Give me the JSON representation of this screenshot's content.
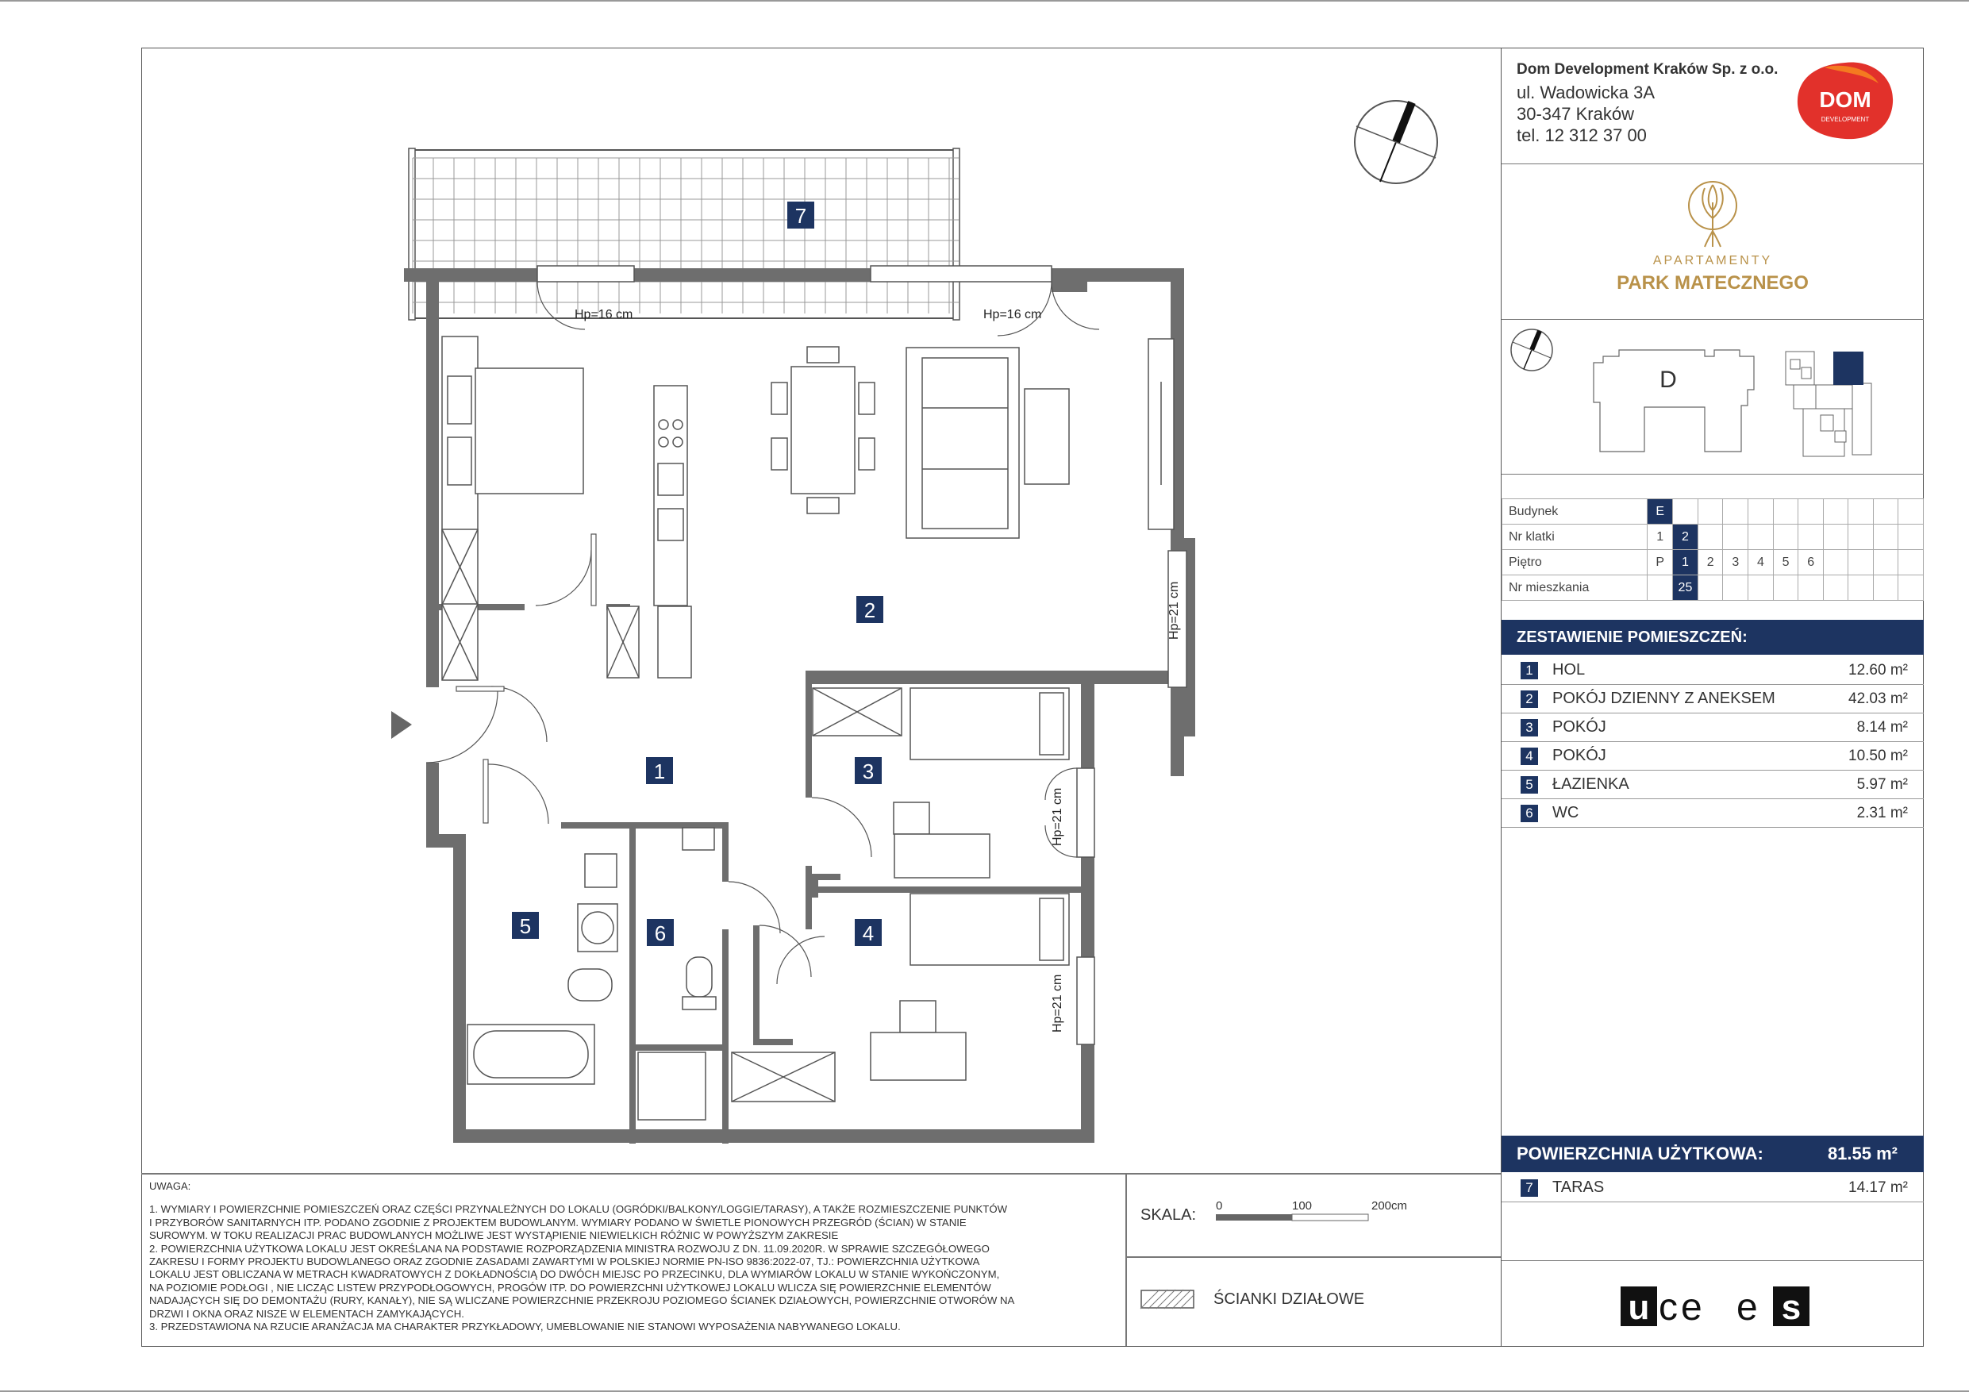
{
  "company": {
    "name": "Dom Development Kraków Sp. z o.o.",
    "street": "ul. Wadowicka 3A",
    "city": "30-347 Kraków",
    "phone": "tel. 12 312 37 00",
    "logo_text_1": "DOM",
    "logo_text_2": "DEVELOPMENT"
  },
  "project": {
    "line1": "APARTAMENTY",
    "line2": "PARK MATECZNEGO"
  },
  "keyplan": {
    "building_letter": "D"
  },
  "info": {
    "budynek_label": "Budynek",
    "budynek_value": "E",
    "klatka_label": "Nr klatki",
    "klatka_values": [
      "1",
      "2"
    ],
    "klatka_selected": "2",
    "pietro_label": "Piętro",
    "pietro_values": [
      "P",
      "1",
      "2",
      "3",
      "4",
      "5",
      "6"
    ],
    "pietro_selected": "1",
    "mieszkanie_label": "Nr mieszkania",
    "mieszkanie_value": "25"
  },
  "rooms_header": "ZESTAWIENIE POMIESZCZEŃ:",
  "rooms": [
    {
      "num": "1",
      "name": "HOL",
      "area": "12.60 m²"
    },
    {
      "num": "2",
      "name": "POKÓJ DZIENNY Z ANEKSEM",
      "area": "42.03 m²"
    },
    {
      "num": "3",
      "name": "POKÓJ",
      "area": "8.14 m²"
    },
    {
      "num": "4",
      "name": "POKÓJ",
      "area": "10.50 m²"
    },
    {
      "num": "5",
      "name": "ŁAZIENKA",
      "area": "5.97 m²"
    },
    {
      "num": "6",
      "name": "WC",
      "area": "2.31 m²"
    }
  ],
  "total": {
    "label": "POWIERZCHNIA UŻYTKOWA:",
    "value": "81.55 m²"
  },
  "terrace": {
    "num": "7",
    "name": "TARAS",
    "area": "14.17 m²"
  },
  "plan": {
    "labels": {
      "hp16a": "Hp=16 cm",
      "hp16b": "Hp=16 cm",
      "hp21a": "Hp=21 cm",
      "hp21b": "Hp=21 cm",
      "hp21c": "Hp=21 cm"
    },
    "room_numbers": [
      "1",
      "2",
      "3",
      "4",
      "5",
      "6",
      "7"
    ]
  },
  "notes": {
    "heading": "UWAGA:",
    "lines": [
      "1. WYMIARY I POWIERZCHNIE POMIESZCZEŃ ORAZ CZĘŚCI PRZYNALEŻNYCH DO LOKALU (OGRÓDKI/BALKONY/LOGGIE/TARASY), A TAKŻE ROZMIESZCZENIE PUNKTÓW",
      "I PRZYBORÓW SANITARNYCH ITP. PODANO ZGODNIE Z PROJEKTEM BUDOWLANYM. WYMIARY PODANO W ŚWIETLE PIONOWYCH PRZEGRÓD (ŚCIAN) W STANIE",
      "SUROWYM. W TOKU REALIZACJI PRAC BUDOWLANYCH MOŻLIWE JEST WYSTĄPIENIE NIEWIELKICH RÓŻNIC W POWYŻSZYM ZAKRESIE",
      "2. POWIERZCHNIA UŻYTKOWA LOKALU JEST OKREŚLANA NA PODSTAWIE ROZPORZĄDZENIA MINISTRA ROZWOJU Z DN. 11.09.2020R. W SPRAWIE SZCZEGÓŁOWEGO",
      "ZAKRESU I FORMY PROJEKTU BUDOWLANEGO ORAZ ZGODNIE ZASADAMI ZAWARTYMI W POLSKIEJ NORMIE PN-ISO 9836:2022-07, TJ.: POWIERZCHNIA UŻYTKOWA",
      "LOKALU JEST OBLICZANA W METRACH KWADRATOWYCH Z DOKŁADNOŚCIĄ DO DWÓCH MIEJSC PO PRZECINKU, DLA WYMIARÓW LOKALU W STANIE WYKOŃCZONYM,",
      "NA POZIOMIE PODŁOGI , NIE LICZĄC LISTEW PRZYPODŁOGOWYCH, PROGÓW ITP. DO POWIERZCHNI UŻYTKOWEJ LOKALU WLICZA SIĘ POWIERZCHNIE ELEMENTÓW",
      "NADAJĄCYCH SIĘ DO DEMONTAŻU (RURY, KANAŁY), NIE SĄ WLICZANE POWIERZCHNIE PRZEKROJU POZIOMEGO ŚCIANEK DZIAŁOWYCH, POWIERZCHNIE OTWORÓW NA",
      "DRZWI I OKNA ORAZ NISZE W ELEMENTACH ZAMYKAJĄCYCH.",
      "3. PRZEDSTAWIONA NA RZUCIE ARANŻACJA MA CHARAKTER PRZYKŁADOWY, UMEBLOWANIE NIE STANOWI WYPOSAŻENIA NABYWANEGO LOKALU."
    ]
  },
  "scale": {
    "label": "SKALA:",
    "ticks": [
      "0",
      "100",
      "200cm"
    ]
  },
  "legend": {
    "text": "ŚCIANKI DZIAŁOWE"
  },
  "brand": {
    "ucees": "ucees",
    "u_letter": "u",
    "ce": "ce",
    "e": "e",
    "s_letter": "s"
  },
  "colors": {
    "navy": "#1d3461",
    "wall": "#6e6e6e",
    "gold": "#b9924a",
    "logo_red": "#e2312b"
  }
}
